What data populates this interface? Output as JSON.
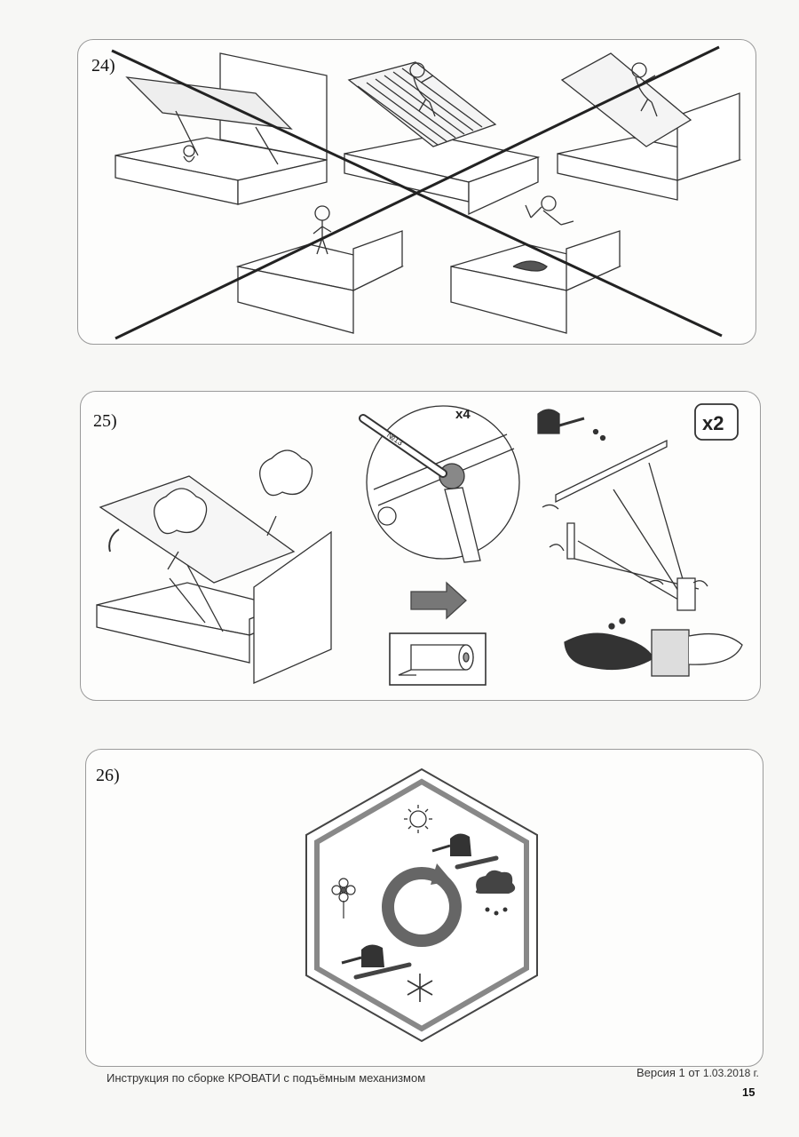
{
  "steps": [
    {
      "number": "24)"
    },
    {
      "number": "25)",
      "wrench_size": "№13",
      "bolt_count": "x4",
      "sides_count": "x2"
    },
    {
      "number": "26)"
    }
  ],
  "footer": {
    "left": "Инструкция по сборке КРОВАТИ с подъёмным механизмом",
    "version": "Версия 1 от",
    "date": "1.03.2018 г.",
    "page": "15"
  }
}
